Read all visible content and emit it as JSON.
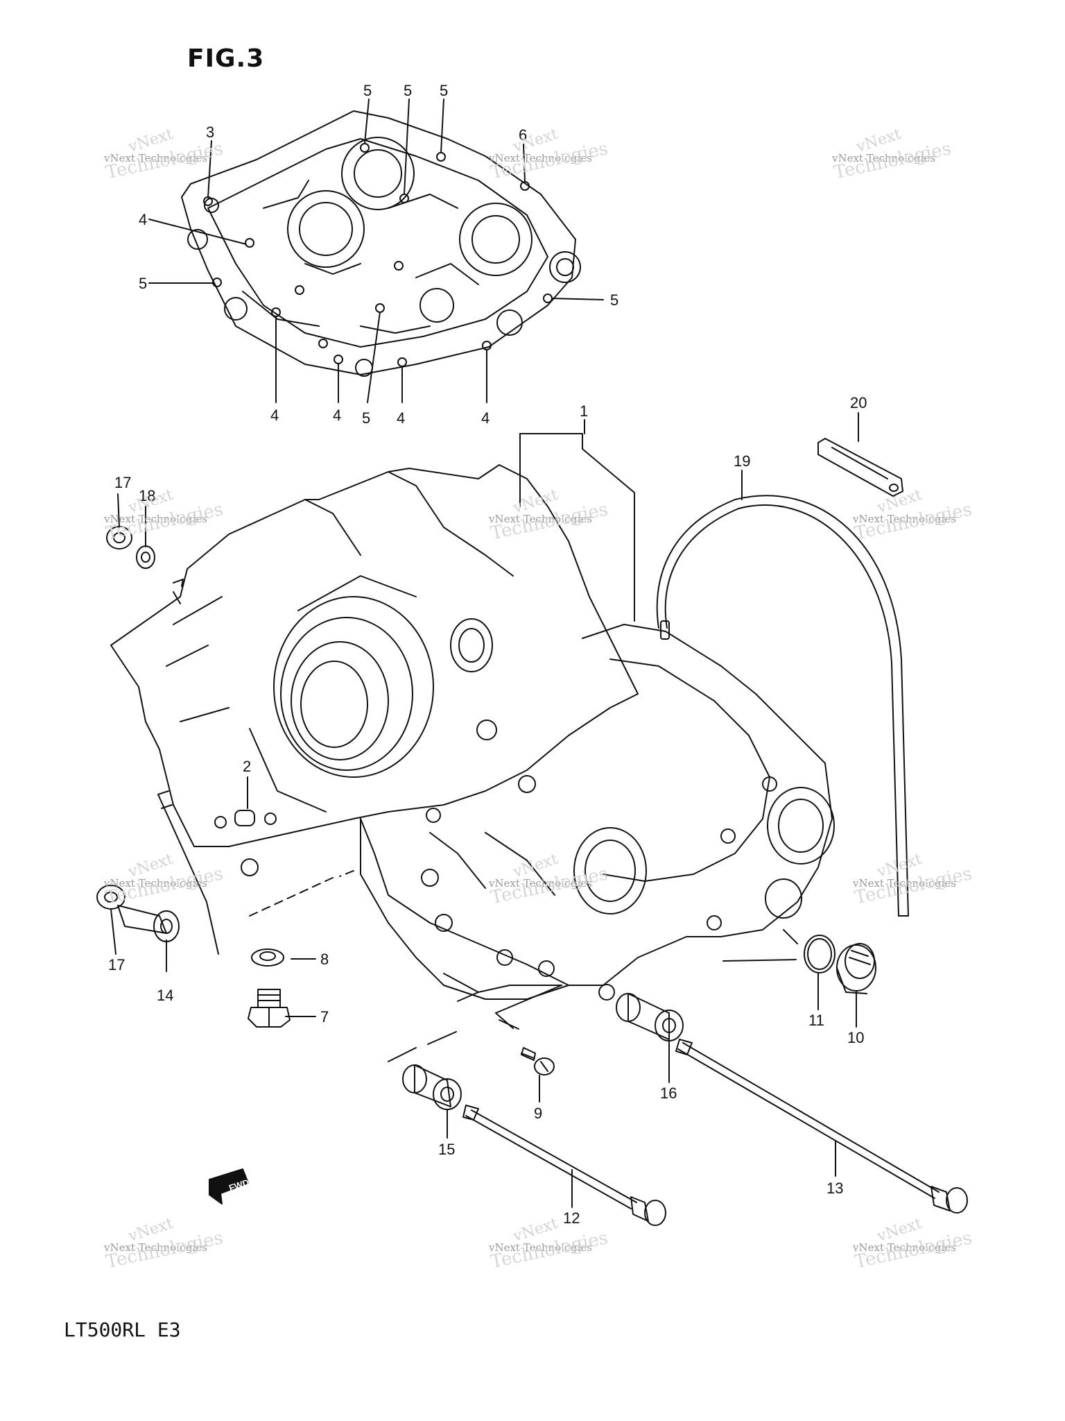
{
  "figure_title": "FIG.3",
  "model_code": "LT500RL E3",
  "watermark": {
    "line1": "vNext",
    "line2": "vNext Technologies",
    "line3": "Technologies"
  },
  "fwd_label": "FWD",
  "callouts": {
    "c1": "1",
    "c2": "2",
    "c3": "3",
    "c4": "4",
    "c5": "5",
    "c6": "6",
    "c7": "7",
    "c8": "8",
    "c9": "9",
    "c10": "10",
    "c11": "11",
    "c12": "12",
    "c13": "13",
    "c14": "14",
    "c15": "15",
    "c16": "16",
    "c17": "17",
    "c18": "18",
    "c19": "19",
    "c20": "20"
  }
}
